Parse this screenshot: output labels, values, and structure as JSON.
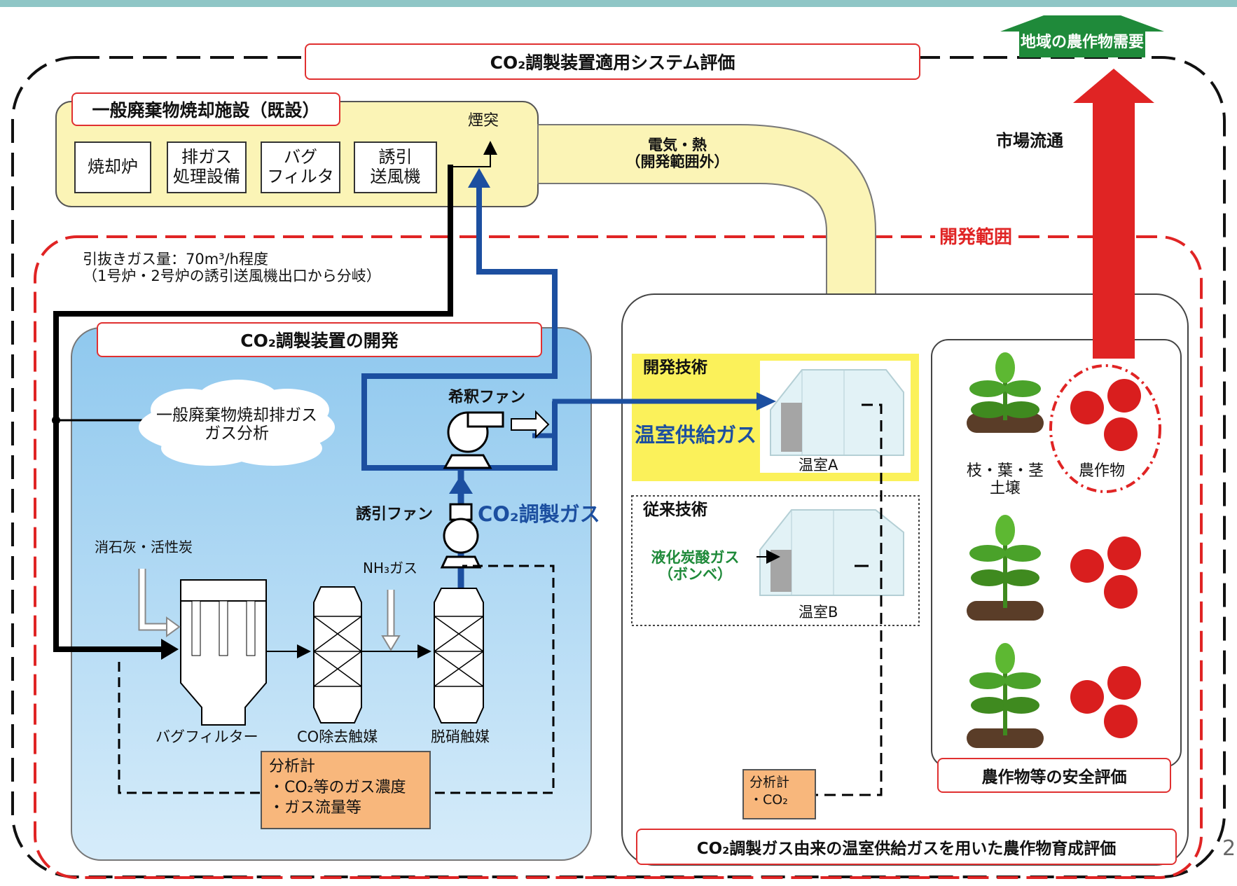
{
  "title": "CO₂調製装置適用システム評価",
  "market_banner": "地域の農作物需要",
  "market_label": "市場流通",
  "existing_facility": {
    "title": "一般廃棄物焼却施設（既設）",
    "units": [
      "焼却炉",
      "排ガス\n処理設備",
      "バグ\nフィルタ",
      "誘引\n送風機"
    ],
    "stack": "煙突"
  },
  "energy_label": "電気・熱\n（開発範囲外）",
  "dev_scope": "開発範囲",
  "extraction_note": "引抜きガス量：70m³/h程度\n（1号炉・2号炉の誘引送風機出口から分岐）",
  "device_dev": {
    "title": "CO₂調製装置の開発",
    "cloud": "一般廃棄物焼却排ガス\nガス分析",
    "dilution_fan": "希釈ファン",
    "induced_fan": "誘引ファン",
    "co2_gas": "CO₂調製ガス",
    "additive": "消石灰・活性炭",
    "nh3": "NH₃ガス",
    "bag_filter": "バグフィルター",
    "co_catalyst": "CO除去触媒",
    "denox_catalyst": "脱硝触媒",
    "analyzer": [
      "分析計",
      "・CO₂等のガス濃度",
      "・ガス流量等"
    ]
  },
  "greenhouse": {
    "dev_tech": "開発技術",
    "supply_gas": "温室供給ガス",
    "gh_a": "温室A",
    "conv_tech": "従来技術",
    "liquid_co2": "液化炭酸ガス\n（ボンベ）",
    "gh_b": "温室B",
    "analyzer": [
      "分析計",
      "・CO₂"
    ],
    "eval_title": "CO₂調製ガス由来の温室供給ガスを用いた農作物育成評価"
  },
  "crops": {
    "plant_label": "枝・葉・茎\n土壌",
    "crop_label": "農作物",
    "safety_eval": "農作物等の安全評価"
  },
  "page_number": "2",
  "colors": {
    "red": "#e02424",
    "blue": "#1c4fa0",
    "green": "#1f8a3a",
    "yellow": "#f8f08a",
    "lightblue": "#b5dcf5",
    "orange": "#f8b77c"
  }
}
